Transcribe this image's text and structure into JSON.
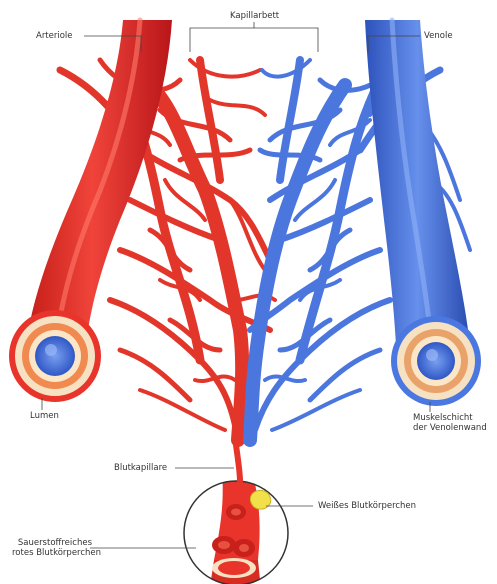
{
  "labels": {
    "arteriole": "Arteriole",
    "capillary_bed": "Kapillarbett",
    "venule": "Venole",
    "lumen": "Lumen",
    "muscle_layer_line1": "Muskelschicht",
    "muscle_layer_line2": "der Venolenwand",
    "blood_capillary": "Blutkapillare",
    "white_blood_cell": "Weißes Blutkörperchen",
    "oxygen_rbc_line1": "Sauerstoffreiches",
    "oxygen_rbc_line2": "rotes Blutkörperchen"
  },
  "colors": {
    "artery_red": "#e8342a",
    "artery_dark": "#c8201a",
    "vein_blue": "#4a78e0",
    "vein_dark": "#2f56c0",
    "wall_cream": "#f6e2c2",
    "lumen_blue": "#4f7be0",
    "white_cell_yellow": "#f2e04a"
  }
}
